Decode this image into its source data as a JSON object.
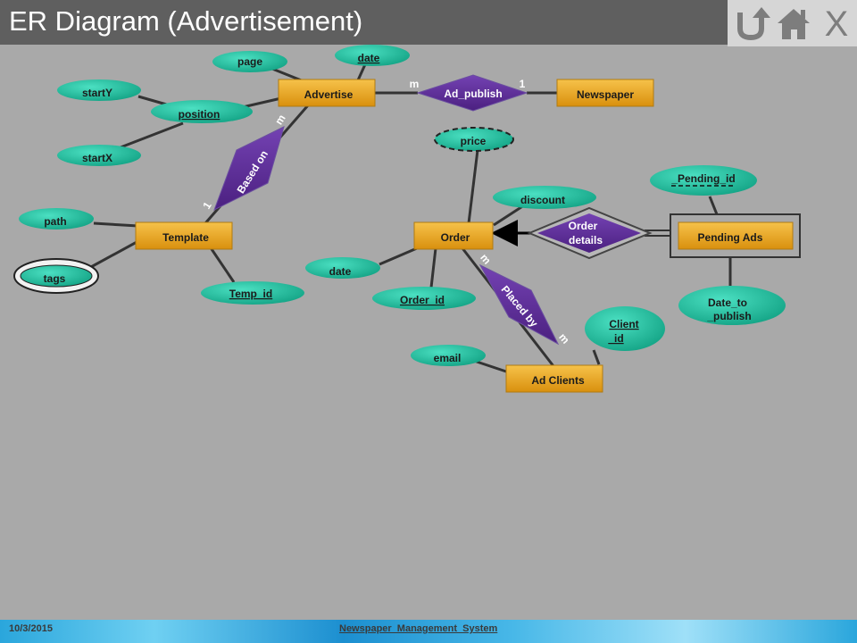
{
  "header": {
    "title": "ER Diagram (Advertisement)"
  },
  "nav": {
    "back_icon": "undo-arrow-icon",
    "home_icon": "home-icon",
    "close_label": "X"
  },
  "footer": {
    "date": "10/3/2015",
    "system": "Newspaper_Management_System"
  },
  "colors": {
    "entity": "#e9a319",
    "attribute": "#1fb89a",
    "relationship": "#5b2a91",
    "title_bar": "#5f5f5f",
    "background": "#a9a9a9"
  },
  "entities": {
    "advertise": "Advertise",
    "newspaper": "Newspaper",
    "template": "Template",
    "order": "Order",
    "pending_ads": "Pending Ads",
    "ad_clients": "Ad Clients"
  },
  "relationships": {
    "ad_publish": "Ad_publish",
    "based_on": "Based on",
    "order_details_1": "Order",
    "order_details_2": "details",
    "placed_by": "Placed by"
  },
  "attributes": {
    "page": "page",
    "date_adv": "date",
    "startY": "startY",
    "position": "position",
    "startX": "startX",
    "path": "path",
    "tags": "tags",
    "temp_id": "Temp_id",
    "price": "price",
    "discount": "discount",
    "date_order": "date",
    "order_id": "Order_id",
    "pending_id": "_Pending_id",
    "date_to_publish_1": "Date_to",
    "date_to_publish_2": "_publish",
    "client_id_1": "Client",
    "client_id_2": "_id",
    "email": "email"
  },
  "cardinalities": {
    "adpub_m": "m",
    "adpub_1": "1",
    "based_m": "m",
    "based_1": "1",
    "placed_m1": "m",
    "placed_m2": "m"
  }
}
